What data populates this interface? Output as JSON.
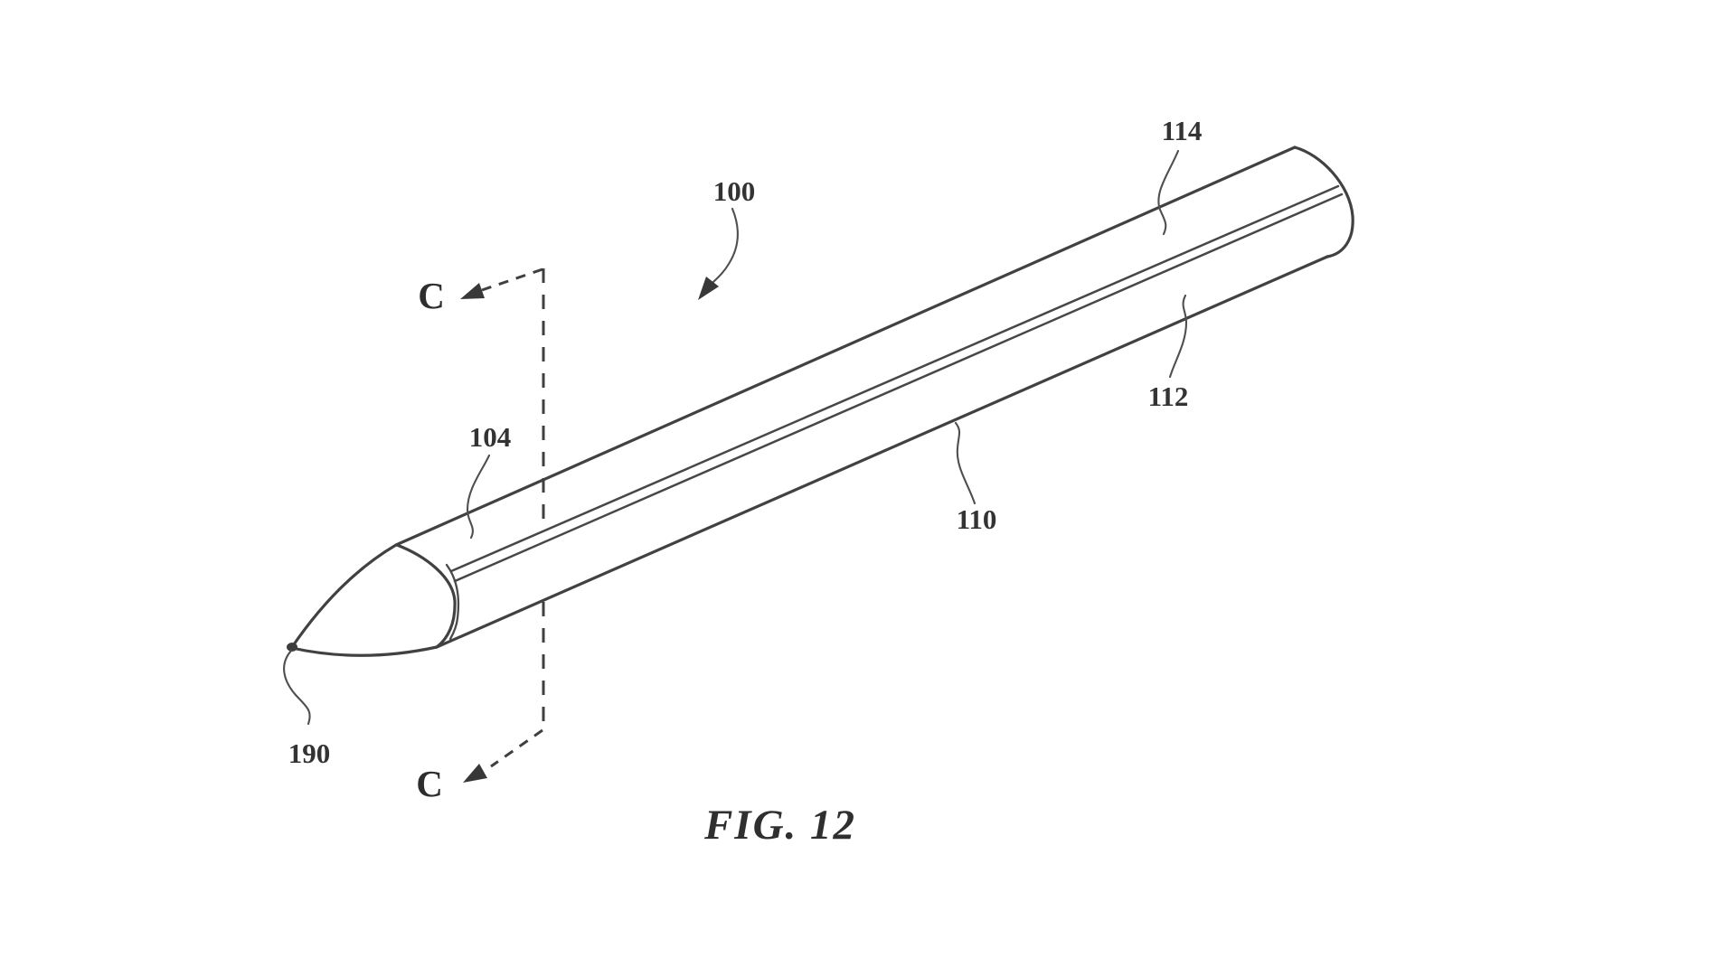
{
  "colors": {
    "background": "#ffffff",
    "line": "#414141",
    "leader": "#4f4f4f",
    "text": "#333333"
  },
  "figure": {
    "caption": "FIG. 12",
    "labels": {
      "ref100": "100",
      "ref104": "104",
      "ref110": "110",
      "ref112": "112",
      "ref114": "114",
      "ref190": "190",
      "section_top": "C",
      "section_bottom": "C"
    }
  }
}
